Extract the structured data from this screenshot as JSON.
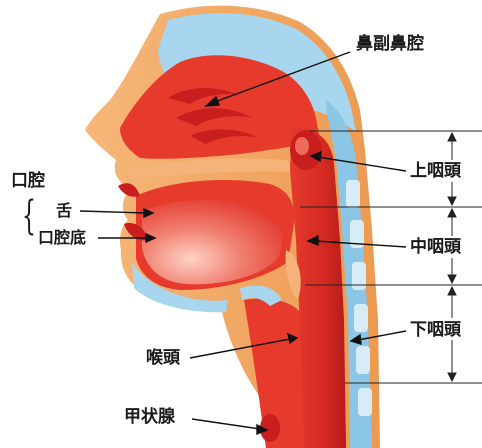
{
  "labels": {
    "nasal_cavity": "鼻副鼻腔",
    "oral_cavity": "口腔",
    "tongue": "舌",
    "floor_of_mouth": "口腔底",
    "epipharynx": "上咽頭",
    "mesopharynx": "中咽頭",
    "hypopharynx": "下咽頭",
    "larynx": "喉頭",
    "thyroid": "甲状腺"
  },
  "colors": {
    "tissue_red": "#e63a2c",
    "tissue_dark_red": "#c81e1e",
    "skin_orange": "#f0a45c",
    "bone_blue": "#9fcfea",
    "bone_light": "#d6ecf6"
  }
}
